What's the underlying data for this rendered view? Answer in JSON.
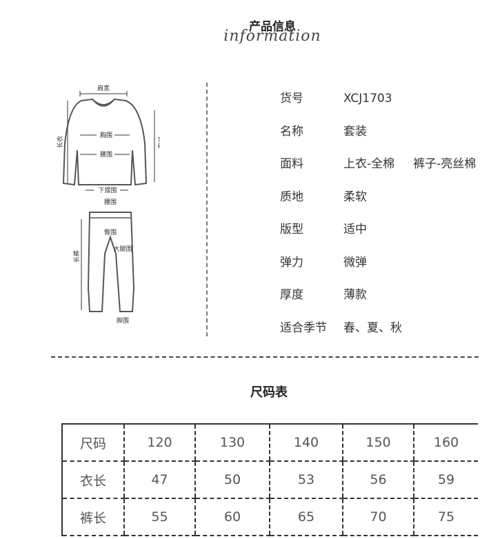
{
  "header": {
    "title_cn": "产品信息",
    "title_en": "information"
  },
  "diagram": {
    "labels": {
      "shoulder": "肩宽",
      "length": "长衣",
      "sleeve": "长袖",
      "chest": "胸围",
      "waist": "腰围",
      "hem": "下摆围",
      "pants_waist": "腰围",
      "hip": "臀围",
      "thigh": "大腿围",
      "pants_length": "长裤",
      "leg_opening": "脚围"
    }
  },
  "info": [
    {
      "label": "货号",
      "value": "XCJ1703"
    },
    {
      "label": "名称",
      "value": "套装"
    },
    {
      "label": "面料",
      "value": "上衣-全棉     裤子-亮丝棉"
    },
    {
      "label": "质地",
      "value": "柔软"
    },
    {
      "label": "版型",
      "value": "适中"
    },
    {
      "label": "弹力",
      "value": "微弹"
    },
    {
      "label": "厚度",
      "value": "薄款"
    },
    {
      "label": "适合季节",
      "value": "春、夏、秋"
    }
  ],
  "size_table": {
    "title": "尺码表",
    "rows": [
      [
        "尺码",
        "120",
        "130",
        "140",
        "150",
        "160"
      ],
      [
        "衣长",
        "47",
        "50",
        "53",
        "56",
        "59"
      ],
      [
        "裤长",
        "55",
        "60",
        "65",
        "70",
        "75"
      ]
    ]
  }
}
